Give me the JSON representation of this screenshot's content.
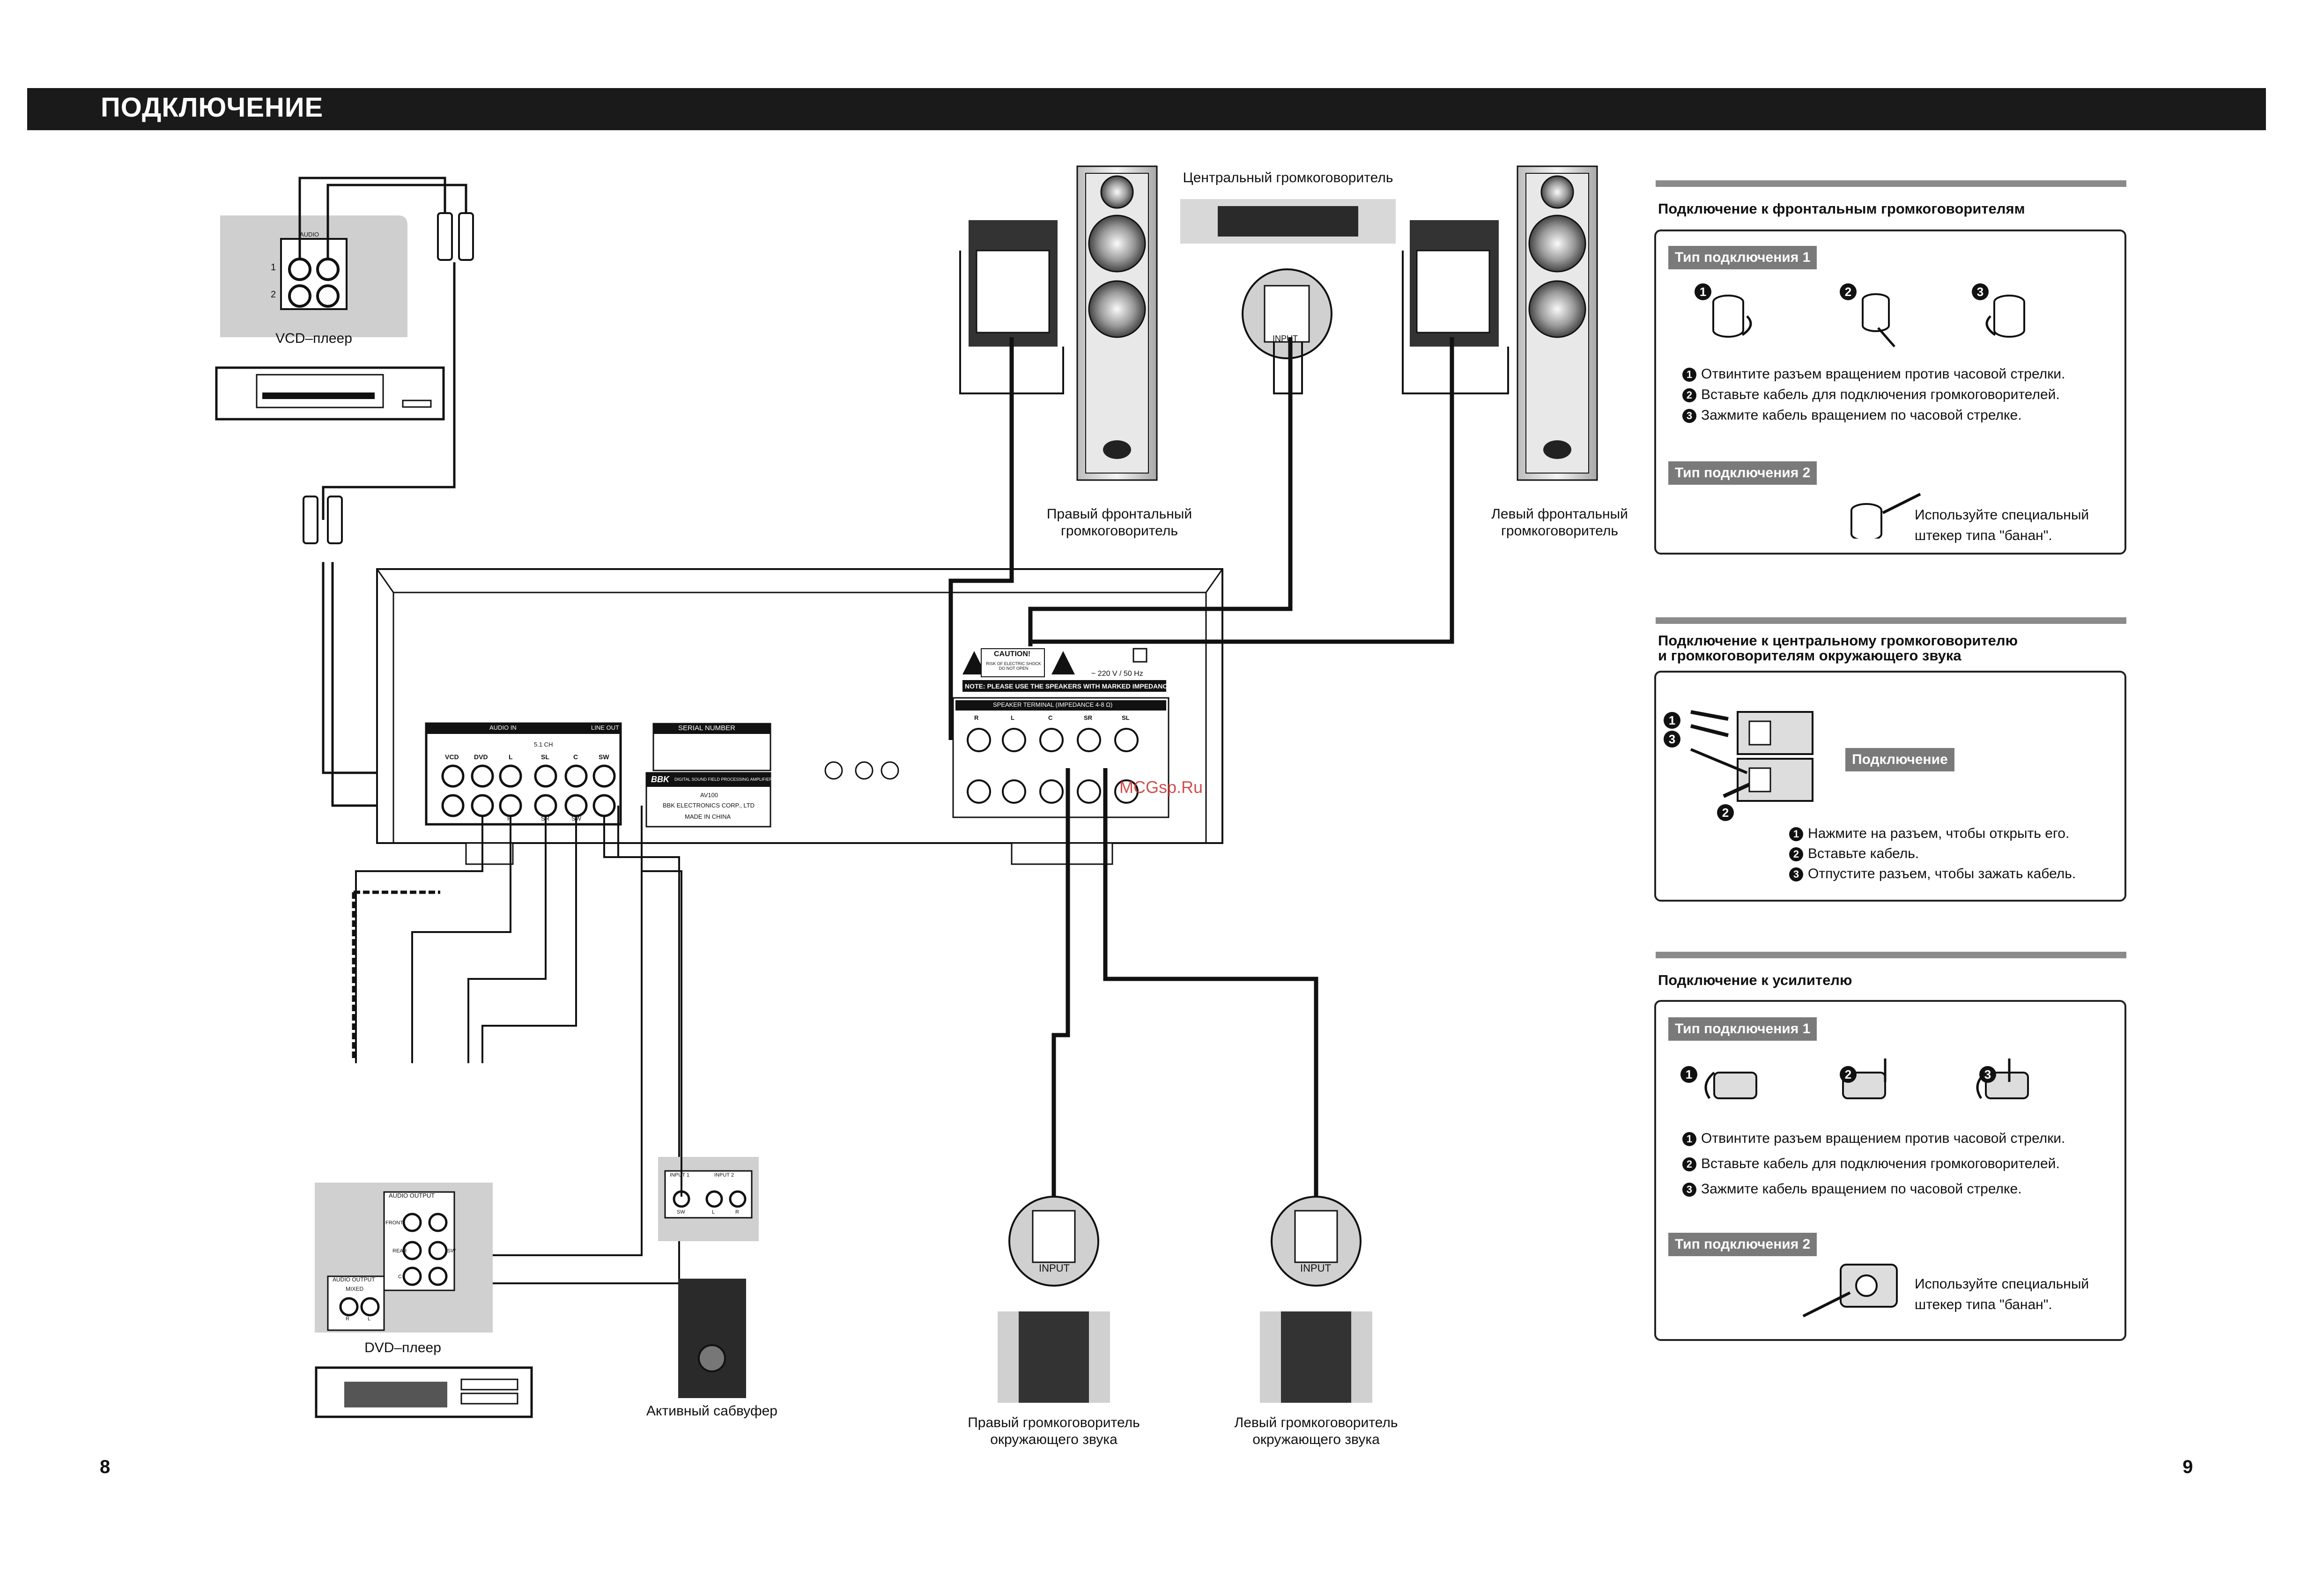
{
  "header": {
    "title": "ПОДКЛЮЧЕНИЕ"
  },
  "pages": {
    "left": "8",
    "right": "9"
  },
  "devices": {
    "vcd_player": "VCD–плеер",
    "dvd_player": "DVD–плеер",
    "subwoofer": "Активный сабвуфер",
    "center_speaker": "Центральный громкоговоритель",
    "right_front": "Правый фронтальный громкоговоритель",
    "left_front": "Левый фронтальный громкоговоритель",
    "right_surround": "Правый громкоговоритель окружающего звука",
    "left_surround": "Левый громкоговоритель окружающего звука"
  },
  "amp_panel": {
    "audio_in": "AUDIO IN",
    "line_out": "LINE OUT",
    "ch51": "5.1 CH",
    "inputs": [
      "VCD",
      "DVD",
      "L",
      "SL",
      "C",
      "SW"
    ],
    "bottom_labels": [
      "R",
      "SR",
      "SW"
    ],
    "serial": "SERIAL NUMBER",
    "brand": "BBK",
    "brand_sub": "DIGITAL SOUND FIELD PROCESSING AMPLIFIER",
    "model": "AV100",
    "corp": "BBK ELECTRONICS CORP., LTD",
    "made": "MADE IN CHINA",
    "caution": "CAUTION!",
    "caution_sub": "RISK OF ELECTRIC SHOCK DO NOT OPEN",
    "power": "~ 220 V / 50 Hz",
    "note": "NOTE: PLEASE USE THE SPEAKERS WITH MARKED IMPEDANCE",
    "terminal": "SPEAKER TERMINAL  (IMPEDANCE 4-8 Ω)",
    "terminals": [
      "R",
      "L",
      "C",
      "SR",
      "SL"
    ],
    "watermark": "MCGsp.Ru"
  },
  "vcd_panel": {
    "audio": "AUDIO",
    "rows": [
      "1",
      "2"
    ]
  },
  "dvd_panel": {
    "audio_output": "AUDIO OUTPUT",
    "audio_output2": "AUDIO OUTPUT",
    "mixed": "MIXED",
    "labels": [
      "FRONT",
      "REAR",
      "C",
      "SW",
      "R",
      "L"
    ]
  },
  "sub_panel": {
    "input1": "INPUT 1",
    "input2": "INPUT 2",
    "sw": "SW",
    "l": "L",
    "r": "R"
  },
  "speaker_input": "INPUT",
  "right_column": {
    "front": {
      "title": "Подключение к фронтальным громкоговорителям",
      "type1": "Тип подключения 1",
      "steps": [
        "Отвинтите разъем вращением против часовой стрелки.",
        "Вставьте кабель для подключения громкоговорителей.",
        "Зажмите кабель вращением по часовой стрелке."
      ],
      "type2": "Тип подключения 2",
      "type2_note_1": "Используйте специальный",
      "type2_note_2": "штекер типа \"банан\"."
    },
    "center": {
      "title_1": "Подключение к центральному громкоговорителю",
      "title_2": "и громкоговорителям окружающего звука",
      "tag": "Подключение",
      "steps": [
        "Нажмите на разъем, чтобы открыть его.",
        "Вставьте кабель.",
        "Отпустите разъем, чтобы зажать кабель."
      ]
    },
    "amp": {
      "title": "Подключение к усилителю",
      "type1": "Тип подключения 1",
      "steps": [
        "Отвинтите разъем вращением против часовой стрелки.",
        "Вставьте кабель для подключения громкоговорителей.",
        "Зажмите кабель вращением по часовой стрелке."
      ],
      "type2": "Тип подключения 2",
      "type2_note_1": "Используйте специальный",
      "type2_note_2": "штекер типа \"банан\"."
    }
  },
  "numbers": {
    "n1": "1",
    "n2": "2",
    "n3": "3"
  }
}
